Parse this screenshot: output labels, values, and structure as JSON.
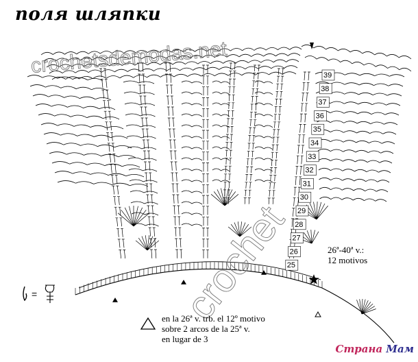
{
  "title": "поля шляпки",
  "legend_symbol": "= ",
  "watermarks": {
    "top": "crochetsdemodas.net",
    "diagonal": "crochet"
  },
  "row_numbers": [
    "39",
    "38",
    "37",
    "36",
    "35",
    "34",
    "33",
    "32",
    "31",
    "30",
    "29",
    "28",
    "27",
    "26",
    "25"
  ],
  "note_left": {
    "line1": "en la 26ª v. trb. el 12º motivo",
    "line2": "sobre 2 arcos de la 25ª v.",
    "line3": "en lugar de 3"
  },
  "note_right": {
    "line1": "26ª-40ª v.:",
    "line2": "12 motivos"
  },
  "footer_logo": {
    "part1": "Страна",
    "part2": "Мам"
  }
}
